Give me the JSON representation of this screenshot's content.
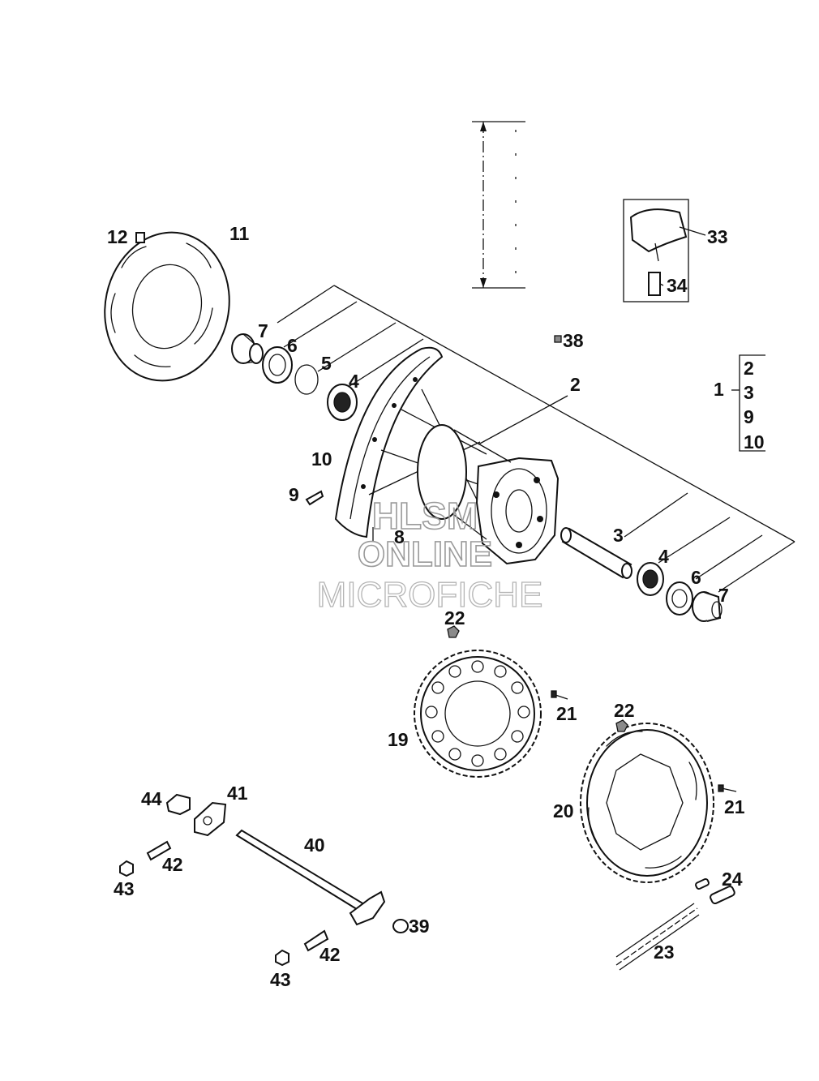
{
  "watermark": {
    "line1": "HLSM",
    "line2": "ONLINE",
    "line3": "MICROFICHE"
  },
  "callouts": {
    "c12": "12",
    "c11": "11",
    "c7a": "7",
    "c6a": "6",
    "c5": "5",
    "c4a": "4",
    "c10": "10",
    "c9": "9",
    "c8": "8",
    "c2": "2",
    "c3": "3",
    "c4b": "4",
    "c6b": "6",
    "c7b": "7",
    "c38": "38",
    "c33": "33",
    "c34": "34",
    "c1": "1",
    "g2": "2",
    "g3": "3",
    "g9": "9",
    "g10": "10",
    "c22a": "22",
    "c21a": "21",
    "c19": "19",
    "c22b": "22",
    "c21b": "21",
    "c20": "20",
    "c24": "24",
    "c23": "23",
    "c44": "44",
    "c41": "41",
    "c40": "40",
    "c42a": "42",
    "c43a": "43",
    "c39": "39",
    "c42b": "42",
    "c43b": "43"
  }
}
